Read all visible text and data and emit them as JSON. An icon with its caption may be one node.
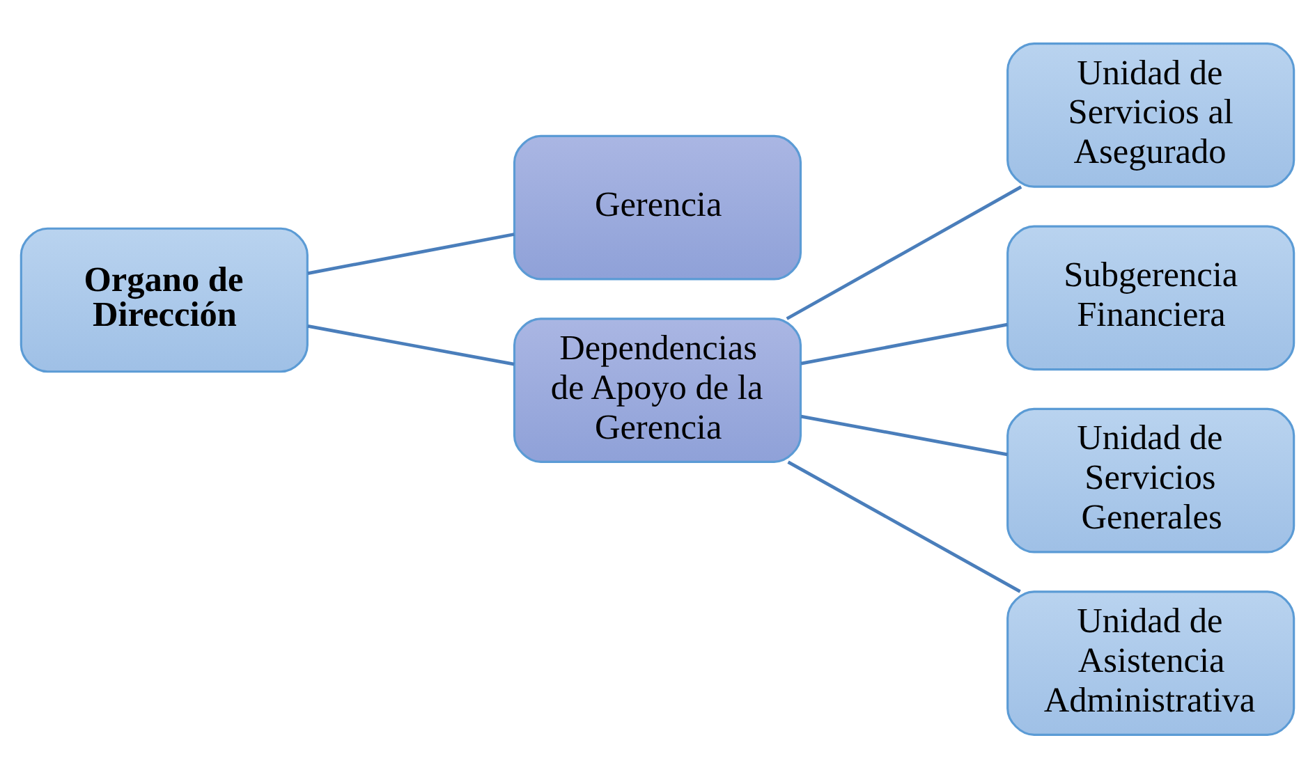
{
  "diagram": {
    "nodes": [
      {
        "text": [
          "Organo de Dirección"
        ]
      },
      {
        "text": [
          "Gerencia"
        ]
      },
      {
        "text": [
          "Dependencias de Apoyo de la Gerencia"
        ]
      },
      {
        "text": [
          "Unidad de Servicios al Asegurado"
        ]
      },
      {
        "text": [
          "Subgerencia Financiera"
        ]
      },
      {
        "text": [
          "Unidad de Servicios Generales"
        ]
      },
      {
        "text": [
          "Unidad de Asistencia Administrativa"
        ]
      }
    ],
    "edges": [
      {
        "from": 0,
        "to": 1,
        "arrow": "none"
      },
      {
        "from": 0,
        "to": 2,
        "arrow": "none"
      },
      {
        "from": 2,
        "to": 3,
        "arrow": "none"
      },
      {
        "from": 2,
        "to": 4,
        "arrow": "none"
      },
      {
        "from": 2,
        "to": 5,
        "arrow": "none"
      },
      {
        "from": 2,
        "to": 6,
        "arrow": "none"
      }
    ]
  }
}
